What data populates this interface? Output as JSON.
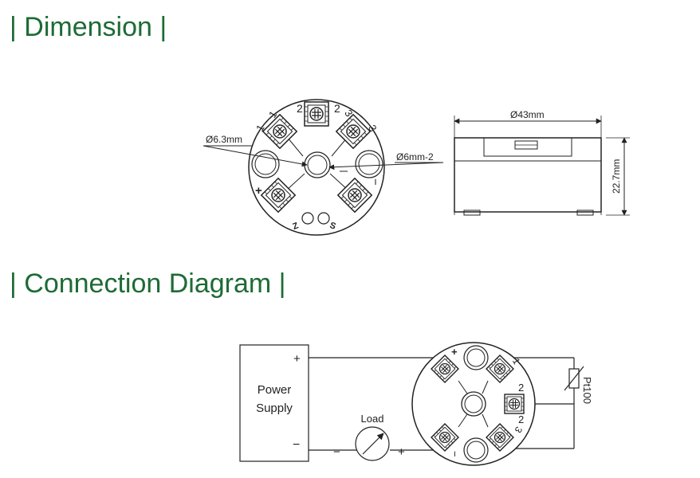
{
  "sections": {
    "dimension_title": "| Dimension |",
    "connection_title": "| Connection Diagram |"
  },
  "dimension": {
    "hole_left": "Ø6.3mm",
    "hole_center": "Ø6mm-2",
    "diameter": "Ø43mm",
    "height": "22.7mm",
    "terminal_labels": [
      "1",
      "1",
      "2",
      "2",
      "3",
      "3",
      "+",
      "−"
    ],
    "bottom_marks": [
      "Z",
      "S"
    ]
  },
  "connection": {
    "power_supply": [
      "Power",
      "Supply"
    ],
    "plus": "+",
    "minus": "−",
    "load": "Load",
    "load_minus": "−",
    "load_plus": "+",
    "sensor": "Pt100",
    "terminal_labels": [
      "+",
      "1",
      "2",
      "2",
      "3",
      "−"
    ]
  },
  "colors": {
    "heading": "#1d6b35",
    "line": "#222222"
  }
}
